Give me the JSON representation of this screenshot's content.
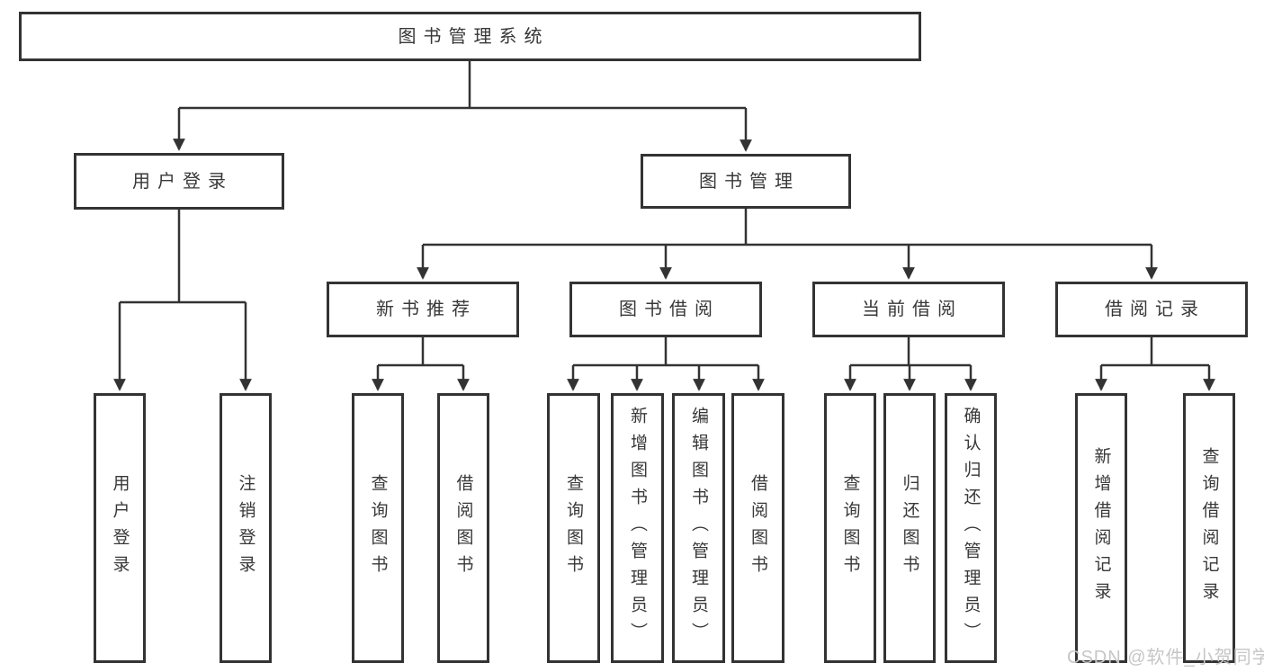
{
  "diagram_type": "hierarchy-tree",
  "watermark": "CSDN @软件_小贺同学",
  "colors": {
    "line": "#333333",
    "box_border": "#333333",
    "text": "#383838",
    "watermark": "#c6c6c6",
    "background": "#ffffff"
  },
  "nodes": {
    "root": {
      "label": "图书管理系统",
      "level": 1,
      "parent": null
    },
    "user_login": {
      "label": "用户登录",
      "level": 2,
      "parent": "root"
    },
    "book_mgmt": {
      "label": "图书管理",
      "level": 2,
      "parent": "root"
    },
    "new_book_rec": {
      "label": "新书推荐",
      "level": 3,
      "parent": "book_mgmt"
    },
    "book_borrow": {
      "label": "图书借阅",
      "level": 3,
      "parent": "book_mgmt"
    },
    "current_borrow": {
      "label": "当前借阅",
      "level": 3,
      "parent": "book_mgmt"
    },
    "borrow_record": {
      "label": "借阅记录",
      "level": 3,
      "parent": "book_mgmt"
    },
    "leaf_user_login": {
      "label": "用户登录",
      "level": 4,
      "parent": "user_login"
    },
    "leaf_logout": {
      "label": "注销登录",
      "level": 4,
      "parent": "user_login"
    },
    "nbr_query_book": {
      "label": "查询图书",
      "level": 4,
      "parent": "new_book_rec"
    },
    "nbr_borrow_book": {
      "label": "借阅图书",
      "level": 4,
      "parent": "new_book_rec"
    },
    "bb_query_book": {
      "label": "查询图书",
      "level": 4,
      "parent": "book_borrow"
    },
    "bb_add_book": {
      "label": "新增图书（管理员）",
      "level": 4,
      "parent": "book_borrow"
    },
    "bb_edit_book": {
      "label": "编辑图书（管理员）",
      "level": 4,
      "parent": "book_borrow"
    },
    "bb_borrow_book": {
      "label": "借阅图书",
      "level": 4,
      "parent": "book_borrow"
    },
    "cb_query_book": {
      "label": "查询图书",
      "level": 4,
      "parent": "current_borrow"
    },
    "cb_return_book": {
      "label": "归还图书",
      "level": 4,
      "parent": "current_borrow"
    },
    "cb_confirm_return": {
      "label": "确认归还（管理员）",
      "level": 4,
      "parent": "current_borrow"
    },
    "br_add_record": {
      "label": "新增借阅记录",
      "level": 4,
      "parent": "borrow_record"
    },
    "br_query_record": {
      "label": "查询借阅记录",
      "level": 4,
      "parent": "borrow_record"
    }
  }
}
